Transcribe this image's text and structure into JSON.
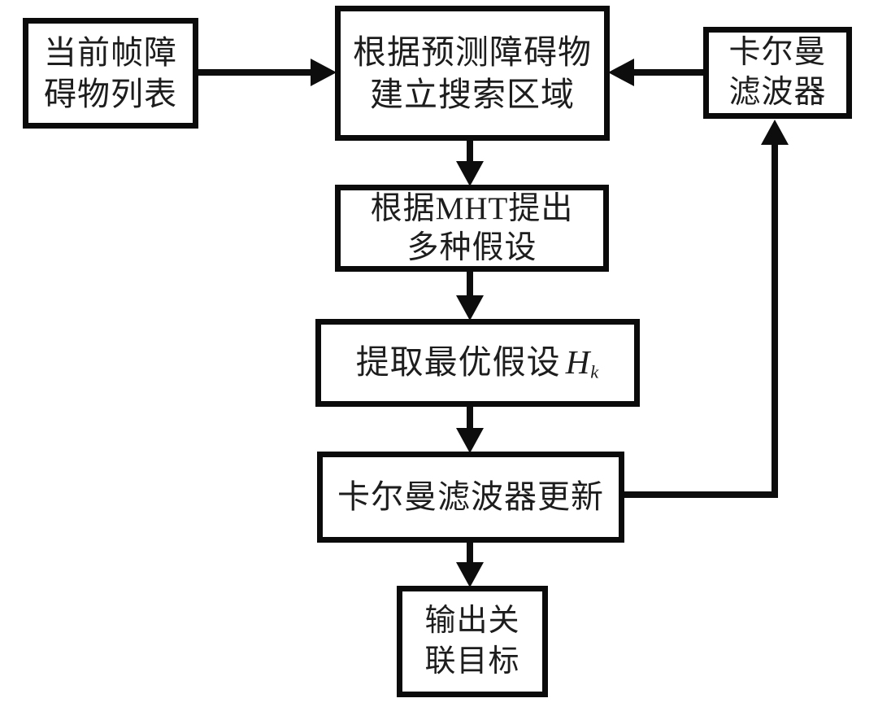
{
  "diagram": {
    "type": "flowchart",
    "colors": {
      "background": "#ffffff",
      "line": "#0d0d0d",
      "text": "#1d1d1d"
    },
    "boxes": [
      {
        "id": "current-frame-obstacle-list",
        "lines": [
          "当前帧障",
          "碍物列表"
        ]
      },
      {
        "id": "build-search-region",
        "lines": [
          "根据预测障碍物",
          "建立搜索区域"
        ]
      },
      {
        "id": "kalman-filter",
        "lines": [
          "卡尔曼",
          "滤波器"
        ]
      },
      {
        "id": "mht-hypotheses",
        "lines": [
          "根据MHT提出",
          "多种假设"
        ]
      },
      {
        "id": "extract-best-hypothesis",
        "text": "提取最优假设",
        "math_var": "H",
        "math_sub": "k"
      },
      {
        "id": "kalman-filter-update",
        "text": "卡尔曼滤波器更新"
      },
      {
        "id": "output-associated-targets",
        "lines": [
          "输出关",
          "联目标"
        ]
      }
    ],
    "edges": [
      {
        "from": "current-frame-obstacle-list",
        "to": "build-search-region"
      },
      {
        "from": "kalman-filter",
        "to": "build-search-region"
      },
      {
        "from": "build-search-region",
        "to": "mht-hypotheses"
      },
      {
        "from": "mht-hypotheses",
        "to": "extract-best-hypothesis"
      },
      {
        "from": "extract-best-hypothesis",
        "to": "kalman-filter-update"
      },
      {
        "from": "kalman-filter-update",
        "to": "output-associated-targets"
      },
      {
        "from": "kalman-filter-update",
        "to": "kalman-filter"
      }
    ]
  }
}
